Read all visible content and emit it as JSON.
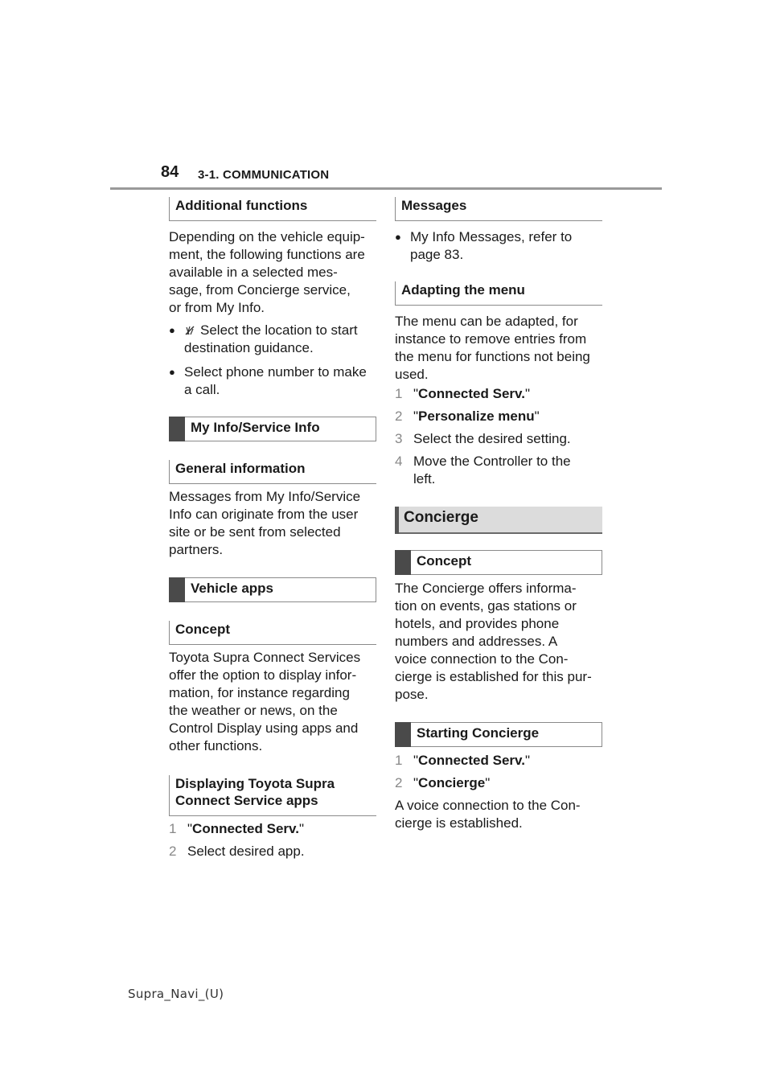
{
  "header": {
    "page_number": "84",
    "section": "3-1. COMMUNICATION"
  },
  "left": {
    "additional_functions": {
      "heading": "Additional functions",
      "intro": "Depending on the vehicle equip-ment, the following functions are available in a selected mes-sage, from Concierge service, or from My Info.",
      "intro_lines": [
        "Depending on the vehicle equip-",
        "ment, the following functions are",
        "available in a selected mes-",
        "sage, from Concierge service,",
        "or from My Info."
      ],
      "bullet1_lines": [
        "Select the location to start",
        "destination guidance."
      ],
      "bullet2_lines": [
        "Select phone number to make",
        "a call."
      ]
    },
    "my_info": {
      "heading": "My Info/Service Info",
      "general_heading": "General information",
      "text_lines": [
        "Messages from My Info/Service",
        "Info can originate from the user",
        "site or be sent from selected",
        "partners."
      ]
    },
    "vehicle_apps": {
      "heading": "Vehicle apps",
      "concept_heading": "Concept",
      "text_lines": [
        "Toyota Supra Connect Services",
        "offer the option to display infor-",
        "mation, for instance regarding",
        "the weather or news, on the",
        "Control Display using apps and",
        "other functions."
      ],
      "displaying_heading_lines": [
        "Displaying Toyota Supra",
        "Connect Service apps"
      ],
      "step1_num": "1",
      "step1_pre": "\"",
      "step1_bold": "Connected Serv.",
      "step1_post": "\"",
      "step2_num": "2",
      "step2_text": "Select desired app."
    }
  },
  "right": {
    "messages": {
      "heading": "Messages",
      "bullet_lines": [
        "My Info Messages, refer to",
        "page 83."
      ]
    },
    "adapting": {
      "heading": "Adapting the menu",
      "text_lines": [
        "The menu can be adapted, for",
        "instance to remove entries from",
        "the menu for functions not being",
        "used."
      ],
      "step1_num": "1",
      "step1_bold": "Connected Serv.",
      "step2_num": "2",
      "step2_bold": "Personalize menu",
      "step3_num": "3",
      "step3_text": "Select the desired setting.",
      "step4_num": "4",
      "step4_lines": [
        "Move the Controller to the",
        "left."
      ]
    },
    "concierge": {
      "heading": "Concierge",
      "concept_heading": "Concept",
      "text_lines": [
        "The Concierge offers informa-",
        "tion on events, gas stations or",
        "hotels, and provides phone",
        "numbers and addresses. A",
        "voice connection to the Con-",
        "cierge is established for this pur-",
        "pose."
      ],
      "starting_heading": "Starting Concierge",
      "step1_num": "1",
      "step1_bold": "Connected Serv.",
      "step2_num": "2",
      "step2_bold": "Concierge",
      "closing_lines": [
        "A voice connection to the Con-",
        "cierge is established."
      ]
    }
  },
  "footer": {
    "text": "Supra_Navi_(U)"
  }
}
